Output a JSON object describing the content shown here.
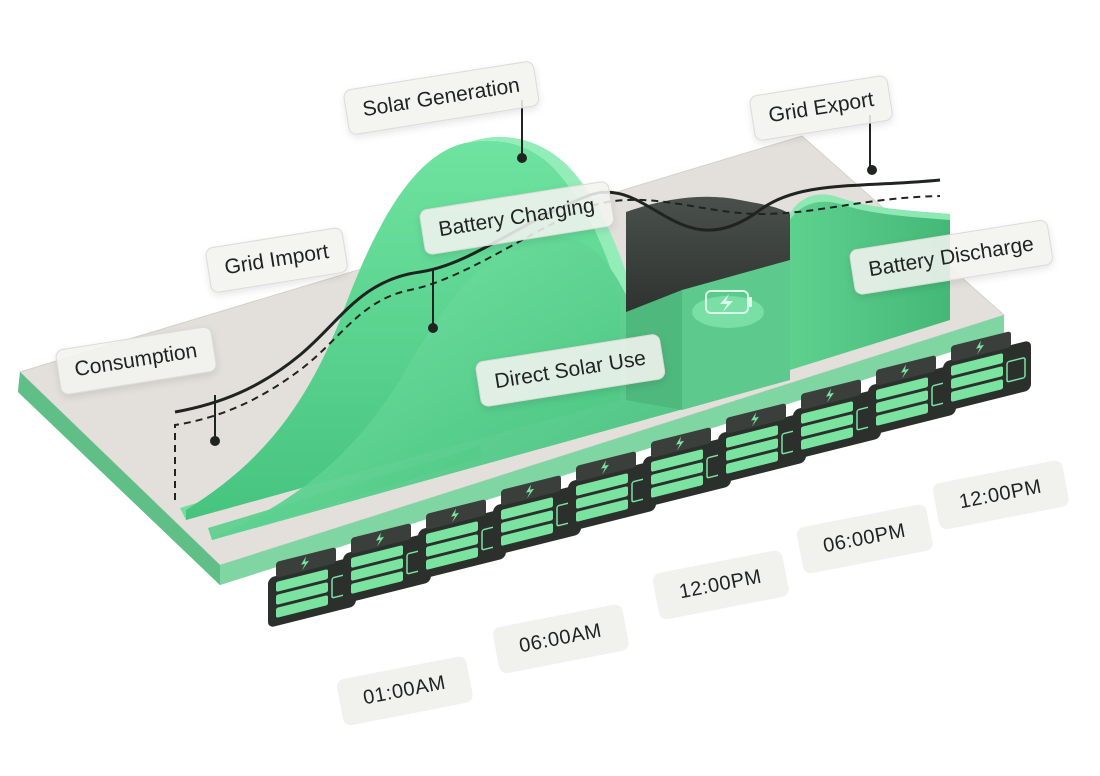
{
  "labels": {
    "consumption": "Consumption",
    "grid_import": "Grid Import",
    "solar_generation": "Solar Generation",
    "battery_charging": "Battery Charging",
    "direct_solar_use": "Direct Solar Use",
    "grid_export": "Grid Export",
    "battery_discharge": "Battery Discharge"
  },
  "time_labels": [
    "01:00AM",
    "06:00AM",
    "12:00PM",
    "06:00PM",
    "12:00PM"
  ],
  "battery_count": 10,
  "battery_icon": "battery-bolt-icon",
  "colors": {
    "platform_top": "#e3e0db",
    "platform_edge": "#7fcf9c",
    "solar_green": "#5fdb92",
    "solar_green_dark": "#3db873",
    "charger_gray": "#3e4340",
    "battery_body": "#2c302d",
    "battery_cell": "#7be3a0",
    "curve_line": "#1f2421"
  }
}
